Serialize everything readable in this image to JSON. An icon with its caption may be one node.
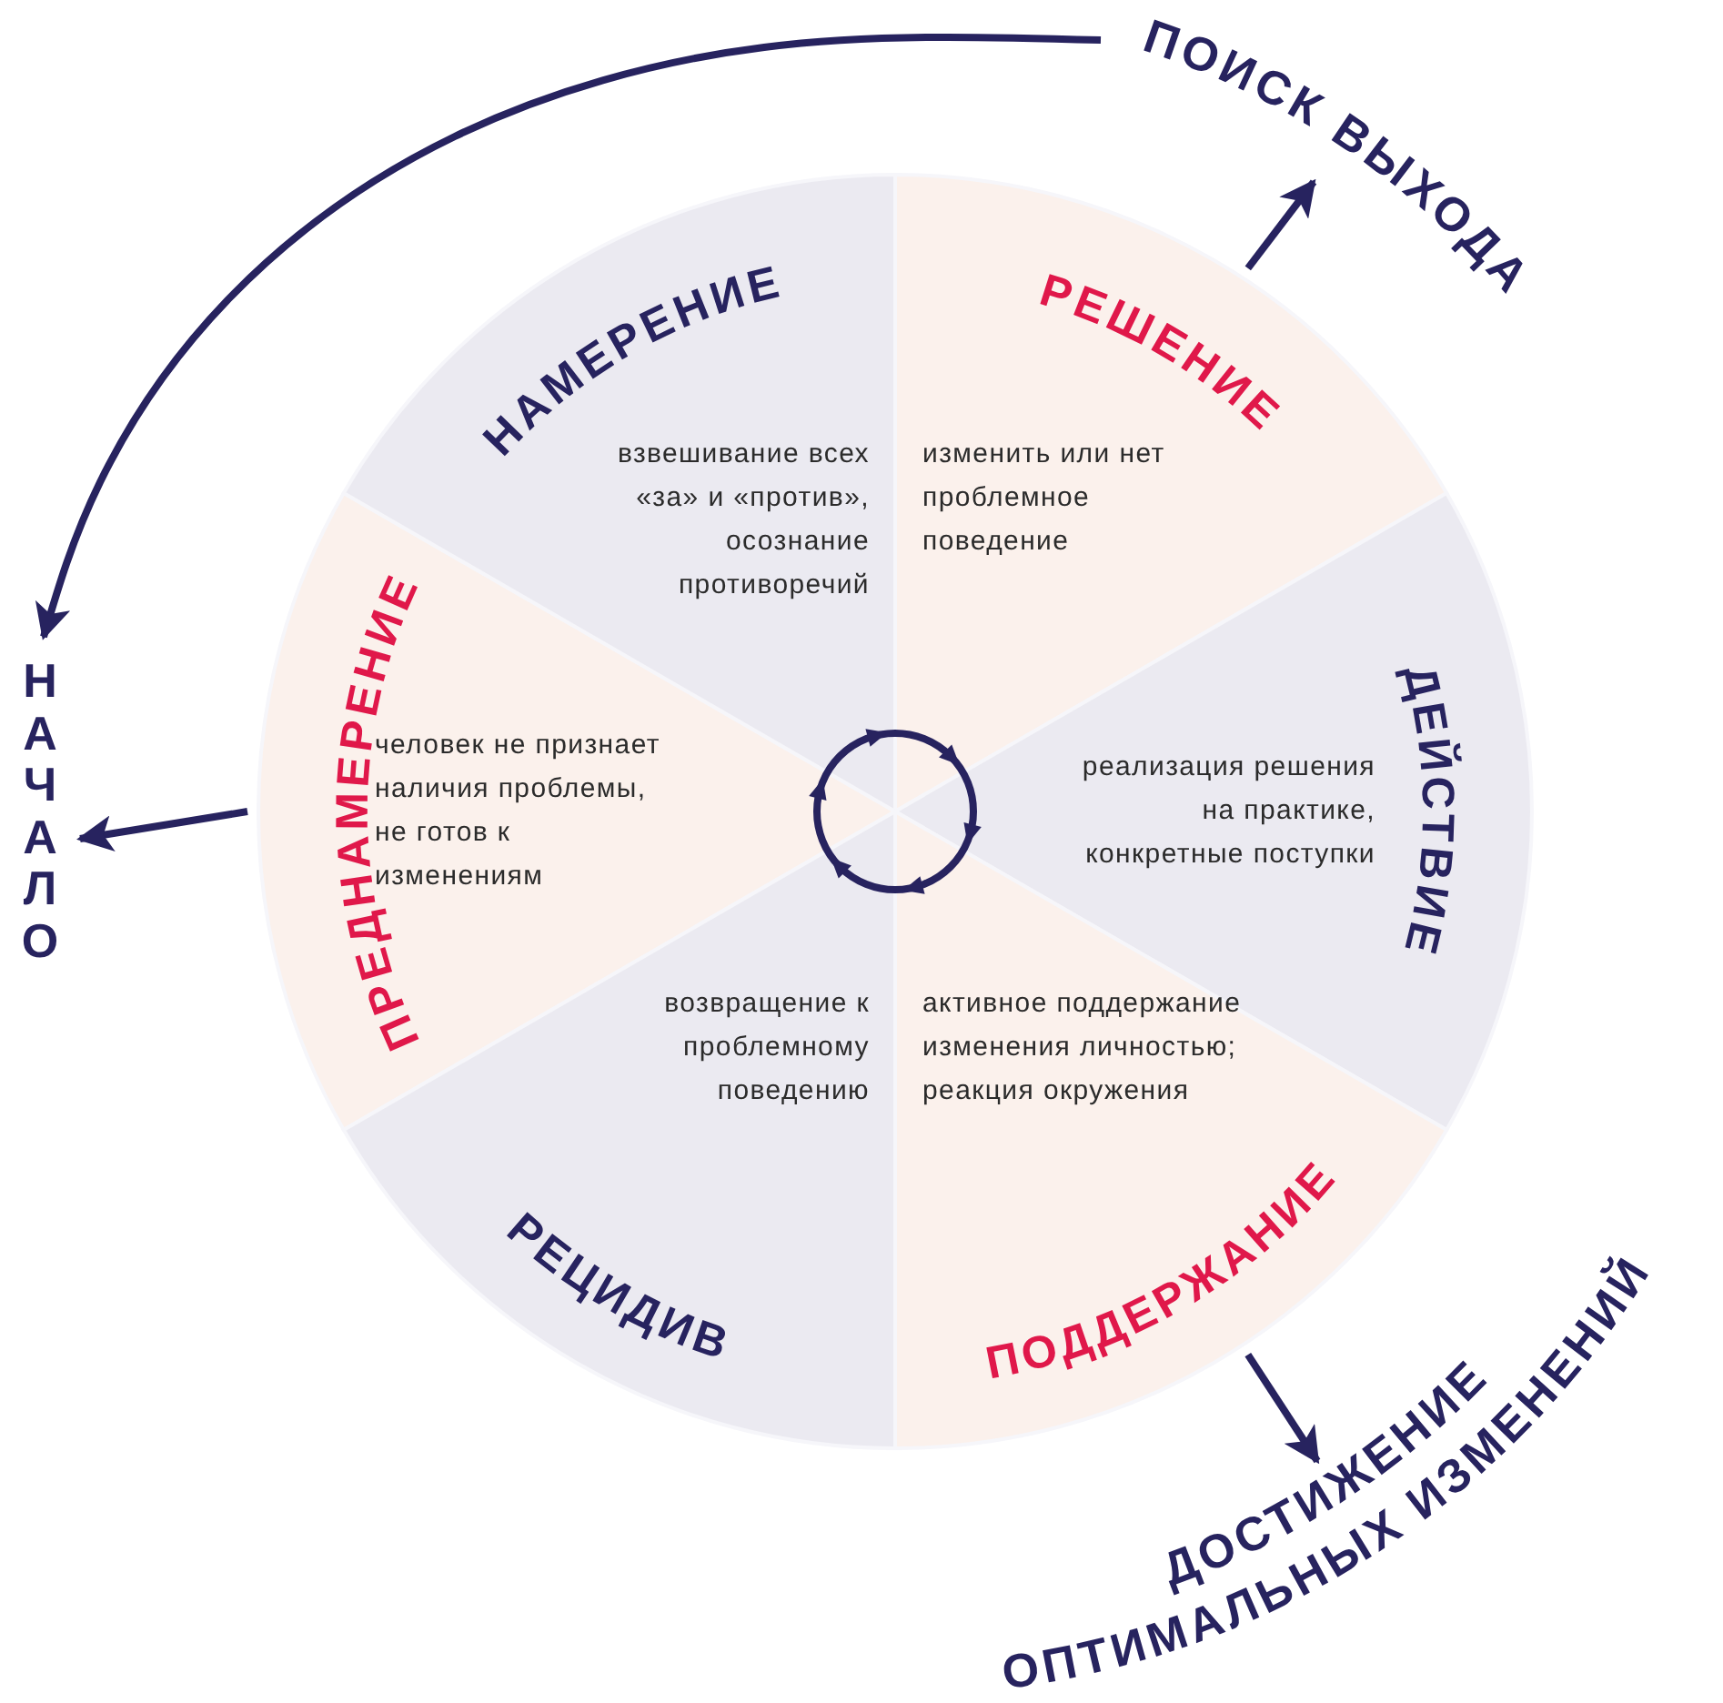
{
  "diagram": {
    "nodes": [
      {
        "text": [
          "ПРЕДНАМЕРЕНИЕ",
          "человек не признает наличия проблемы, не готов к изменениям"
        ]
      },
      {
        "text": [
          "НАМЕРЕНИЕ",
          "взвешивание всех «за» и «против», осознание противоречий"
        ]
      },
      {
        "text": [
          "РЕШЕНИЕ",
          "изменить или нет проблемное поведение"
        ]
      },
      {
        "text": [
          "реализация решения на практике, конкретные поступки",
          "ДЕЙСТВИЕ"
        ]
      },
      {
        "text": [
          "активное поддержание изменения личностью; реакция окружения",
          "ПОДДЕРЖАНИЕ"
        ]
      },
      {
        "text": [
          "возвращение к проблемному поведению",
          "РЕЦИДИВ"
        ]
      },
      {
        "text": [
          "ПОИСК ВЫХОДА"
        ]
      },
      {
        "text": [
          "НАЧАЛО"
        ]
      },
      {
        "text": [
          "ДОСТИЖЕНИЕ ОПТИМАЛЬНЫХ ИЗМЕНЕНИЙ"
        ]
      }
    ],
    "edges": [
      {
        "from": 6,
        "to": 7,
        "arrow": "to"
      },
      {
        "from": 2,
        "to": 6,
        "arrow": "to"
      },
      {
        "from": 0,
        "to": 7,
        "arrow": "to"
      },
      {
        "from": 4,
        "to": 8,
        "arrow": "to"
      }
    ]
  }
}
